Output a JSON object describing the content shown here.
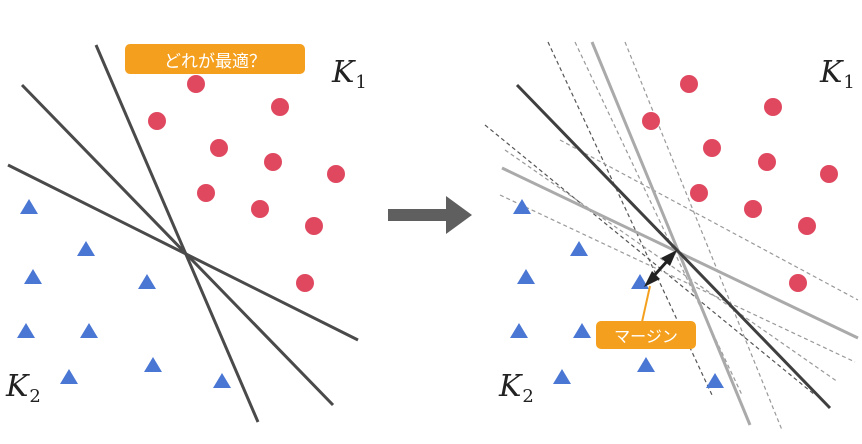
{
  "left_panel": {
    "question_label": "どれが最適？",
    "class_k1": {
      "symbol": "K",
      "index": "1"
    },
    "class_k2": {
      "symbol": "K",
      "index": "2"
    }
  },
  "right_panel": {
    "margin_label": "マージン",
    "class_k1": {
      "symbol": "K",
      "index": "1"
    },
    "class_k2": {
      "symbol": "K",
      "index": "2"
    }
  },
  "arrow_icon": "right-arrow-icon",
  "colors": {
    "circle": "#e04860",
    "triangle": "#4a77d4",
    "label_bg": "#f4a01e",
    "line_dark": "#4a4a4a",
    "line_gray": "#aaaaaa",
    "line_dashed": "#999999",
    "arrow": "#5f5f5f"
  }
}
